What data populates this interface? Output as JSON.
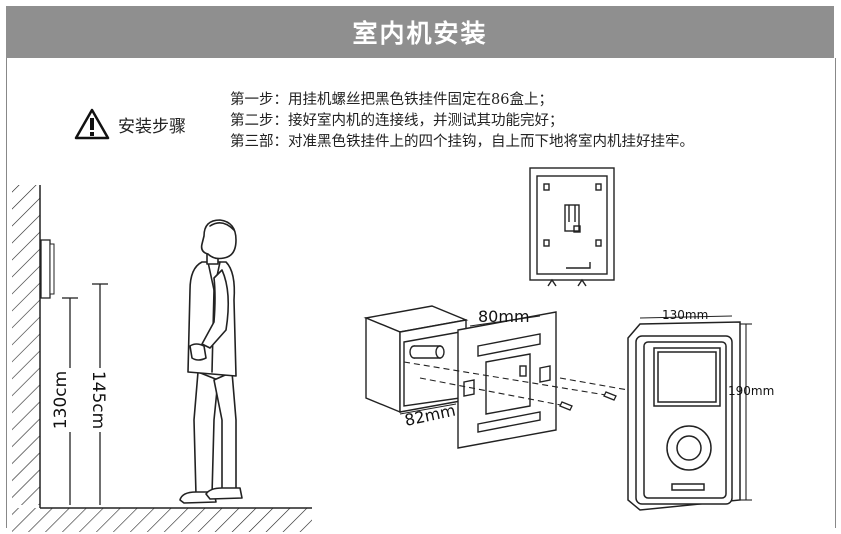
{
  "header": {
    "title": "室内机安装"
  },
  "warning": {
    "icon": "warning-triangle-icon",
    "label": "安装步骤"
  },
  "steps": [
    "第一步：用挂机螺丝把黑色铁挂件固定在86盒上；",
    "第二步：接好室内机的连接线，并测试其功能完好；",
    "第三部：对准黑色铁挂件上的四个挂钩，自上而下地将室内机挂好挂牢。"
  ],
  "dimensions": {
    "height_145": "145cm",
    "height_130": "130cm",
    "bracket_width": "80mm",
    "box_width": "82mm",
    "unit_width": "130mm",
    "unit_height": "190mm"
  },
  "colors": {
    "header_bg": "#8f8f8f",
    "line": "#222222"
  }
}
